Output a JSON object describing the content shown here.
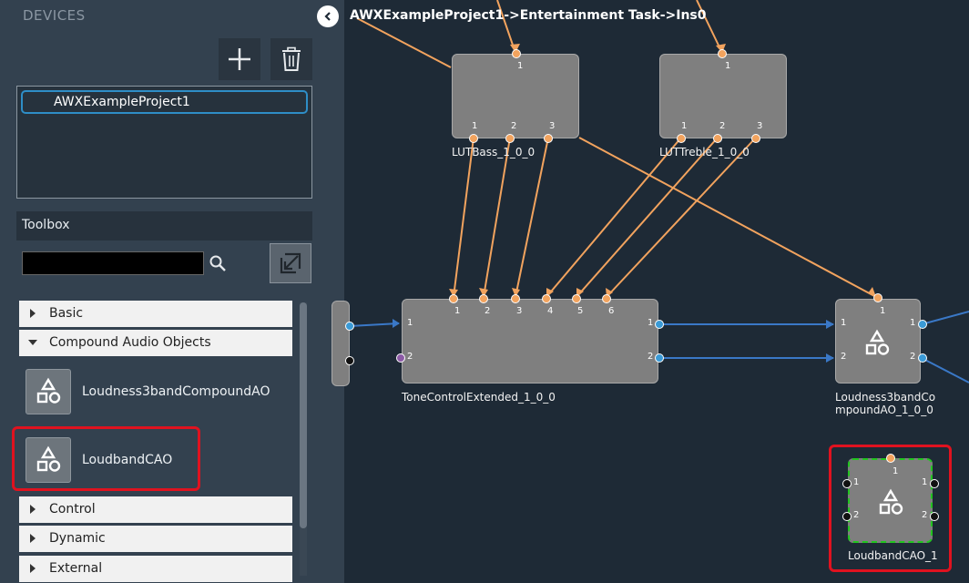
{
  "devices": {
    "title": "DEVICES",
    "add_icon": "plus-icon",
    "delete_icon": "trash-icon",
    "items": [
      {
        "label": "AWXExampleProject1"
      }
    ]
  },
  "toolbox": {
    "header": "Toolbox",
    "search_value": "",
    "search_icon": "search-icon",
    "categories": [
      {
        "label": "Basic",
        "expanded": false
      },
      {
        "label": "Compound Audio Objects",
        "expanded": true
      },
      {
        "label": "Control",
        "expanded": false
      },
      {
        "label": "Dynamic",
        "expanded": false
      },
      {
        "label": "External",
        "expanded": false
      }
    ],
    "items": [
      {
        "label": "Loudness3bandCompoundAO",
        "icon": "shapes-icon"
      },
      {
        "label": "LoudbandCAO",
        "icon": "shapes-icon"
      }
    ]
  },
  "breadcrumb": "AWXExampleProject1->Entertainment Task->Ins0",
  "canvas": {
    "blocks": [
      {
        "label": "LUTBass_1_0_0",
        "pins_top": [
          "1"
        ],
        "pins_bottom": [
          "1",
          "2",
          "3"
        ]
      },
      {
        "label": "LUTTreble_1_0_0",
        "pins_top": [
          "1"
        ],
        "pins_bottom": [
          "1",
          "2",
          "3"
        ]
      },
      {
        "label": "ToneControlExtended_1_0_0",
        "pins_top": [
          "1",
          "2",
          "3",
          "4",
          "5",
          "6"
        ],
        "pins_left": [
          "1",
          "2"
        ],
        "pins_right": [
          "1",
          "2"
        ]
      },
      {
        "label_line1": "Loudness3bandCo",
        "label_line2": "mpoundAO_1_0_0",
        "pins_top": [
          "1"
        ],
        "pins_left": [
          "1",
          "2"
        ],
        "pins_right": [
          "1",
          "2"
        ]
      },
      {
        "label": "LoudbandCAO_1",
        "pins_top": [
          "1"
        ],
        "pins_left": [
          "1",
          "2"
        ],
        "pins_right": [
          "1",
          "2"
        ]
      }
    ]
  },
  "colors": {
    "control_wire": "#f2a35e",
    "audio_wire": "#3a78c7",
    "highlight": "#e0121f",
    "selection": "#22c61f"
  }
}
